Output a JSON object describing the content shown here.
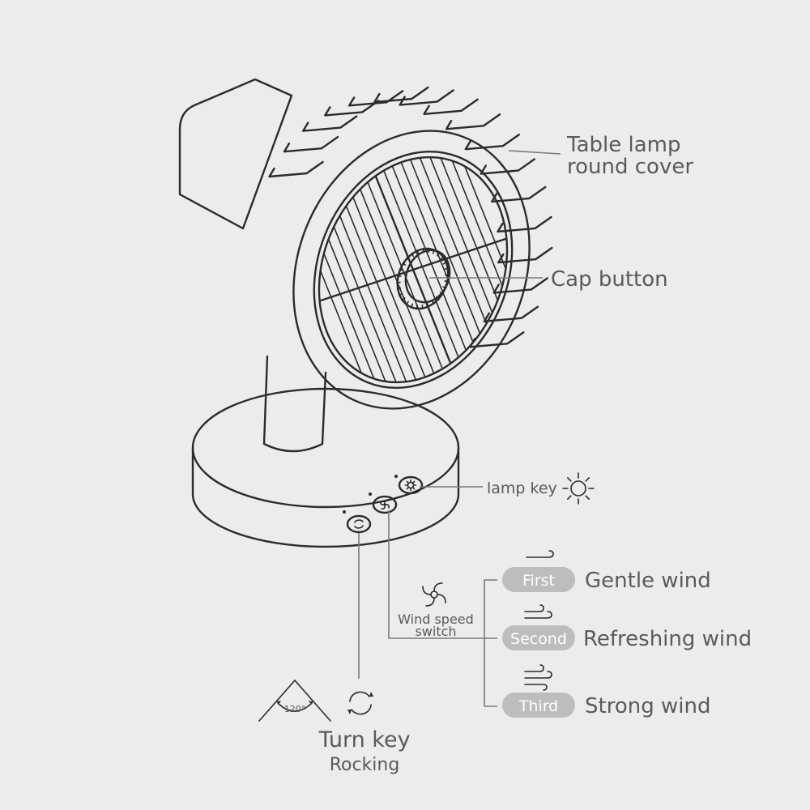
{
  "labels": {
    "table_lamp_line1": "Table lamp",
    "table_lamp_line2": "round cover",
    "cap_button": "Cap button",
    "lamp_key": "lamp key",
    "wind_speed_line1": "Wind speed",
    "wind_speed_line2": "switch",
    "turn_key": "Turn key",
    "rocking": "Rocking",
    "angle": "120°"
  },
  "speeds": [
    {
      "level": "First",
      "description": "Gentle wind"
    },
    {
      "level": "Second",
      "description": "Refreshing wind"
    },
    {
      "level": "Third",
      "description": "Strong wind"
    }
  ],
  "icons": {
    "lamp": "sun-icon",
    "wind_speed": "fan-swirl-icon",
    "rotate": "rotate-arrows-icon",
    "gentle": "wind-one-line-icon",
    "refreshing": "wind-two-lines-icon",
    "strong": "wind-three-lines-icon"
  },
  "colors": {
    "background": "#ececec",
    "line": "#2b2b2b",
    "label": "#5a5a5a",
    "pill": "#bdbdbd"
  }
}
